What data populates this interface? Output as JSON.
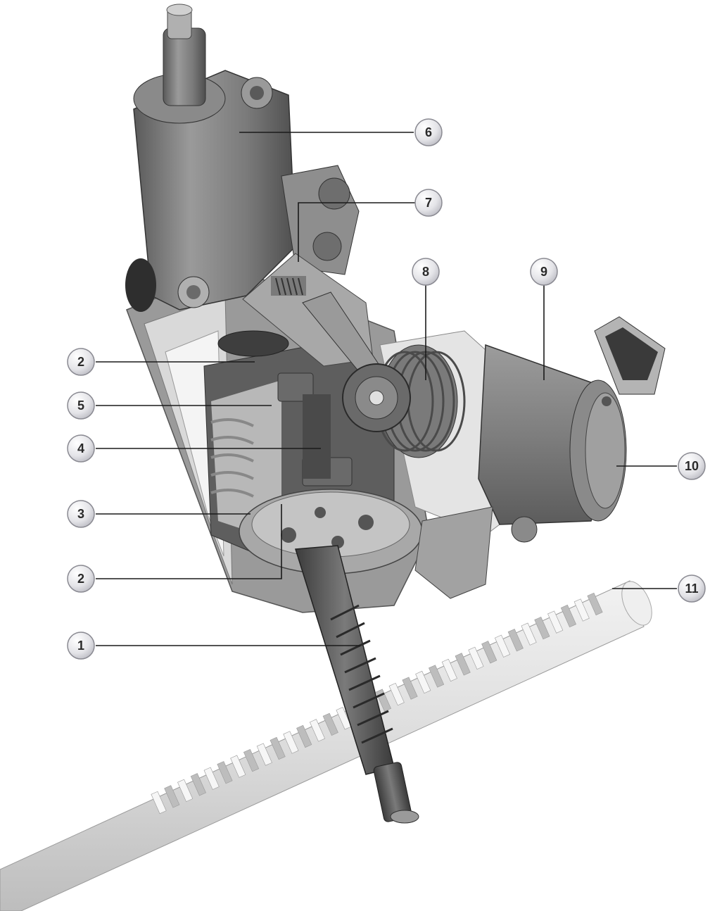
{
  "callouts": [
    {
      "id": "c6",
      "number": "6"
    },
    {
      "id": "c7",
      "number": "7"
    },
    {
      "id": "c8",
      "number": "8"
    },
    {
      "id": "c9",
      "number": "9"
    },
    {
      "id": "c2a",
      "number": "2"
    },
    {
      "id": "c5",
      "number": "5"
    },
    {
      "id": "c4",
      "number": "4"
    },
    {
      "id": "c10",
      "number": "10"
    },
    {
      "id": "c3",
      "number": "3"
    },
    {
      "id": "c2b",
      "number": "2"
    },
    {
      "id": "c11",
      "number": "11"
    },
    {
      "id": "c1",
      "number": "1"
    }
  ],
  "colors": {
    "background": "#ffffff",
    "housing": "#8c8c8c",
    "housing_dark": "#4a4a4a",
    "cutaway": "#d6d6d6",
    "rack_light": "#e6e6e6",
    "badge_fill": "#e4e4e8",
    "leader": "#1a1a1a"
  },
  "icons": [
    "steering-gear-illustration"
  ]
}
